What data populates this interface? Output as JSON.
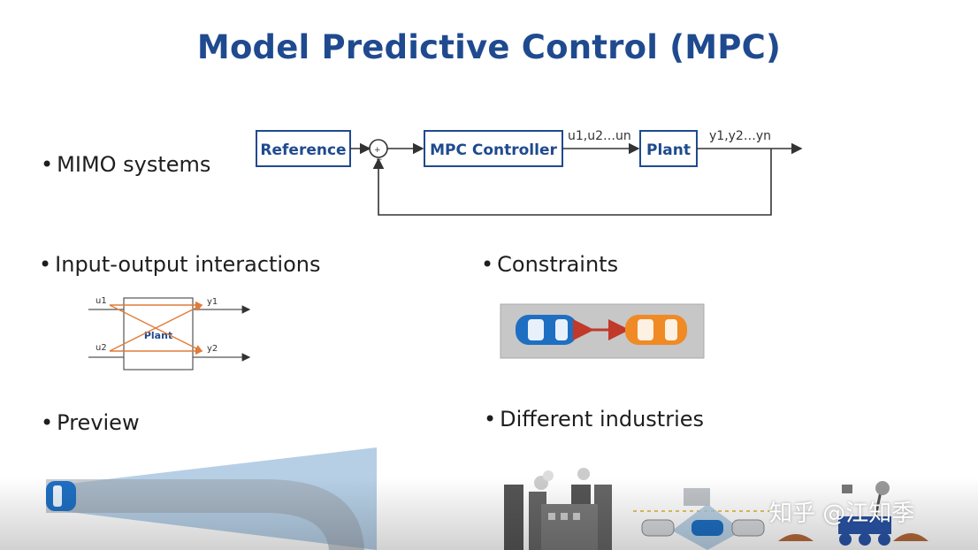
{
  "title": "Model Predictive Control (MPC)",
  "bullets": {
    "mimo": "MIMO systems",
    "io": "Input-output interactions",
    "constraints": "Constraints",
    "preview": "Preview",
    "industries": "Different industries"
  },
  "block_diagram": {
    "reference": "Reference",
    "controller": "MPC Controller",
    "plant": "Plant",
    "u_signals": "u1,u2…un",
    "y_signals": "y1,y2…yn",
    "sum_plus": "+",
    "sum_minus": "−"
  },
  "io_diagram": {
    "plant": "Plant",
    "u1": "u1",
    "u2": "u2",
    "y1": "y1",
    "y2": "y2"
  },
  "colors": {
    "title": "#1f4a8f",
    "block_border": "#1f4a8f",
    "cross_arrow": "#e07b39",
    "car_blue": "#1e6fc2",
    "car_orange": "#f08a24",
    "constraint_arrow": "#c0392b",
    "preview_cone": "#a9c7e0"
  },
  "watermark": "知乎 @江知季"
}
